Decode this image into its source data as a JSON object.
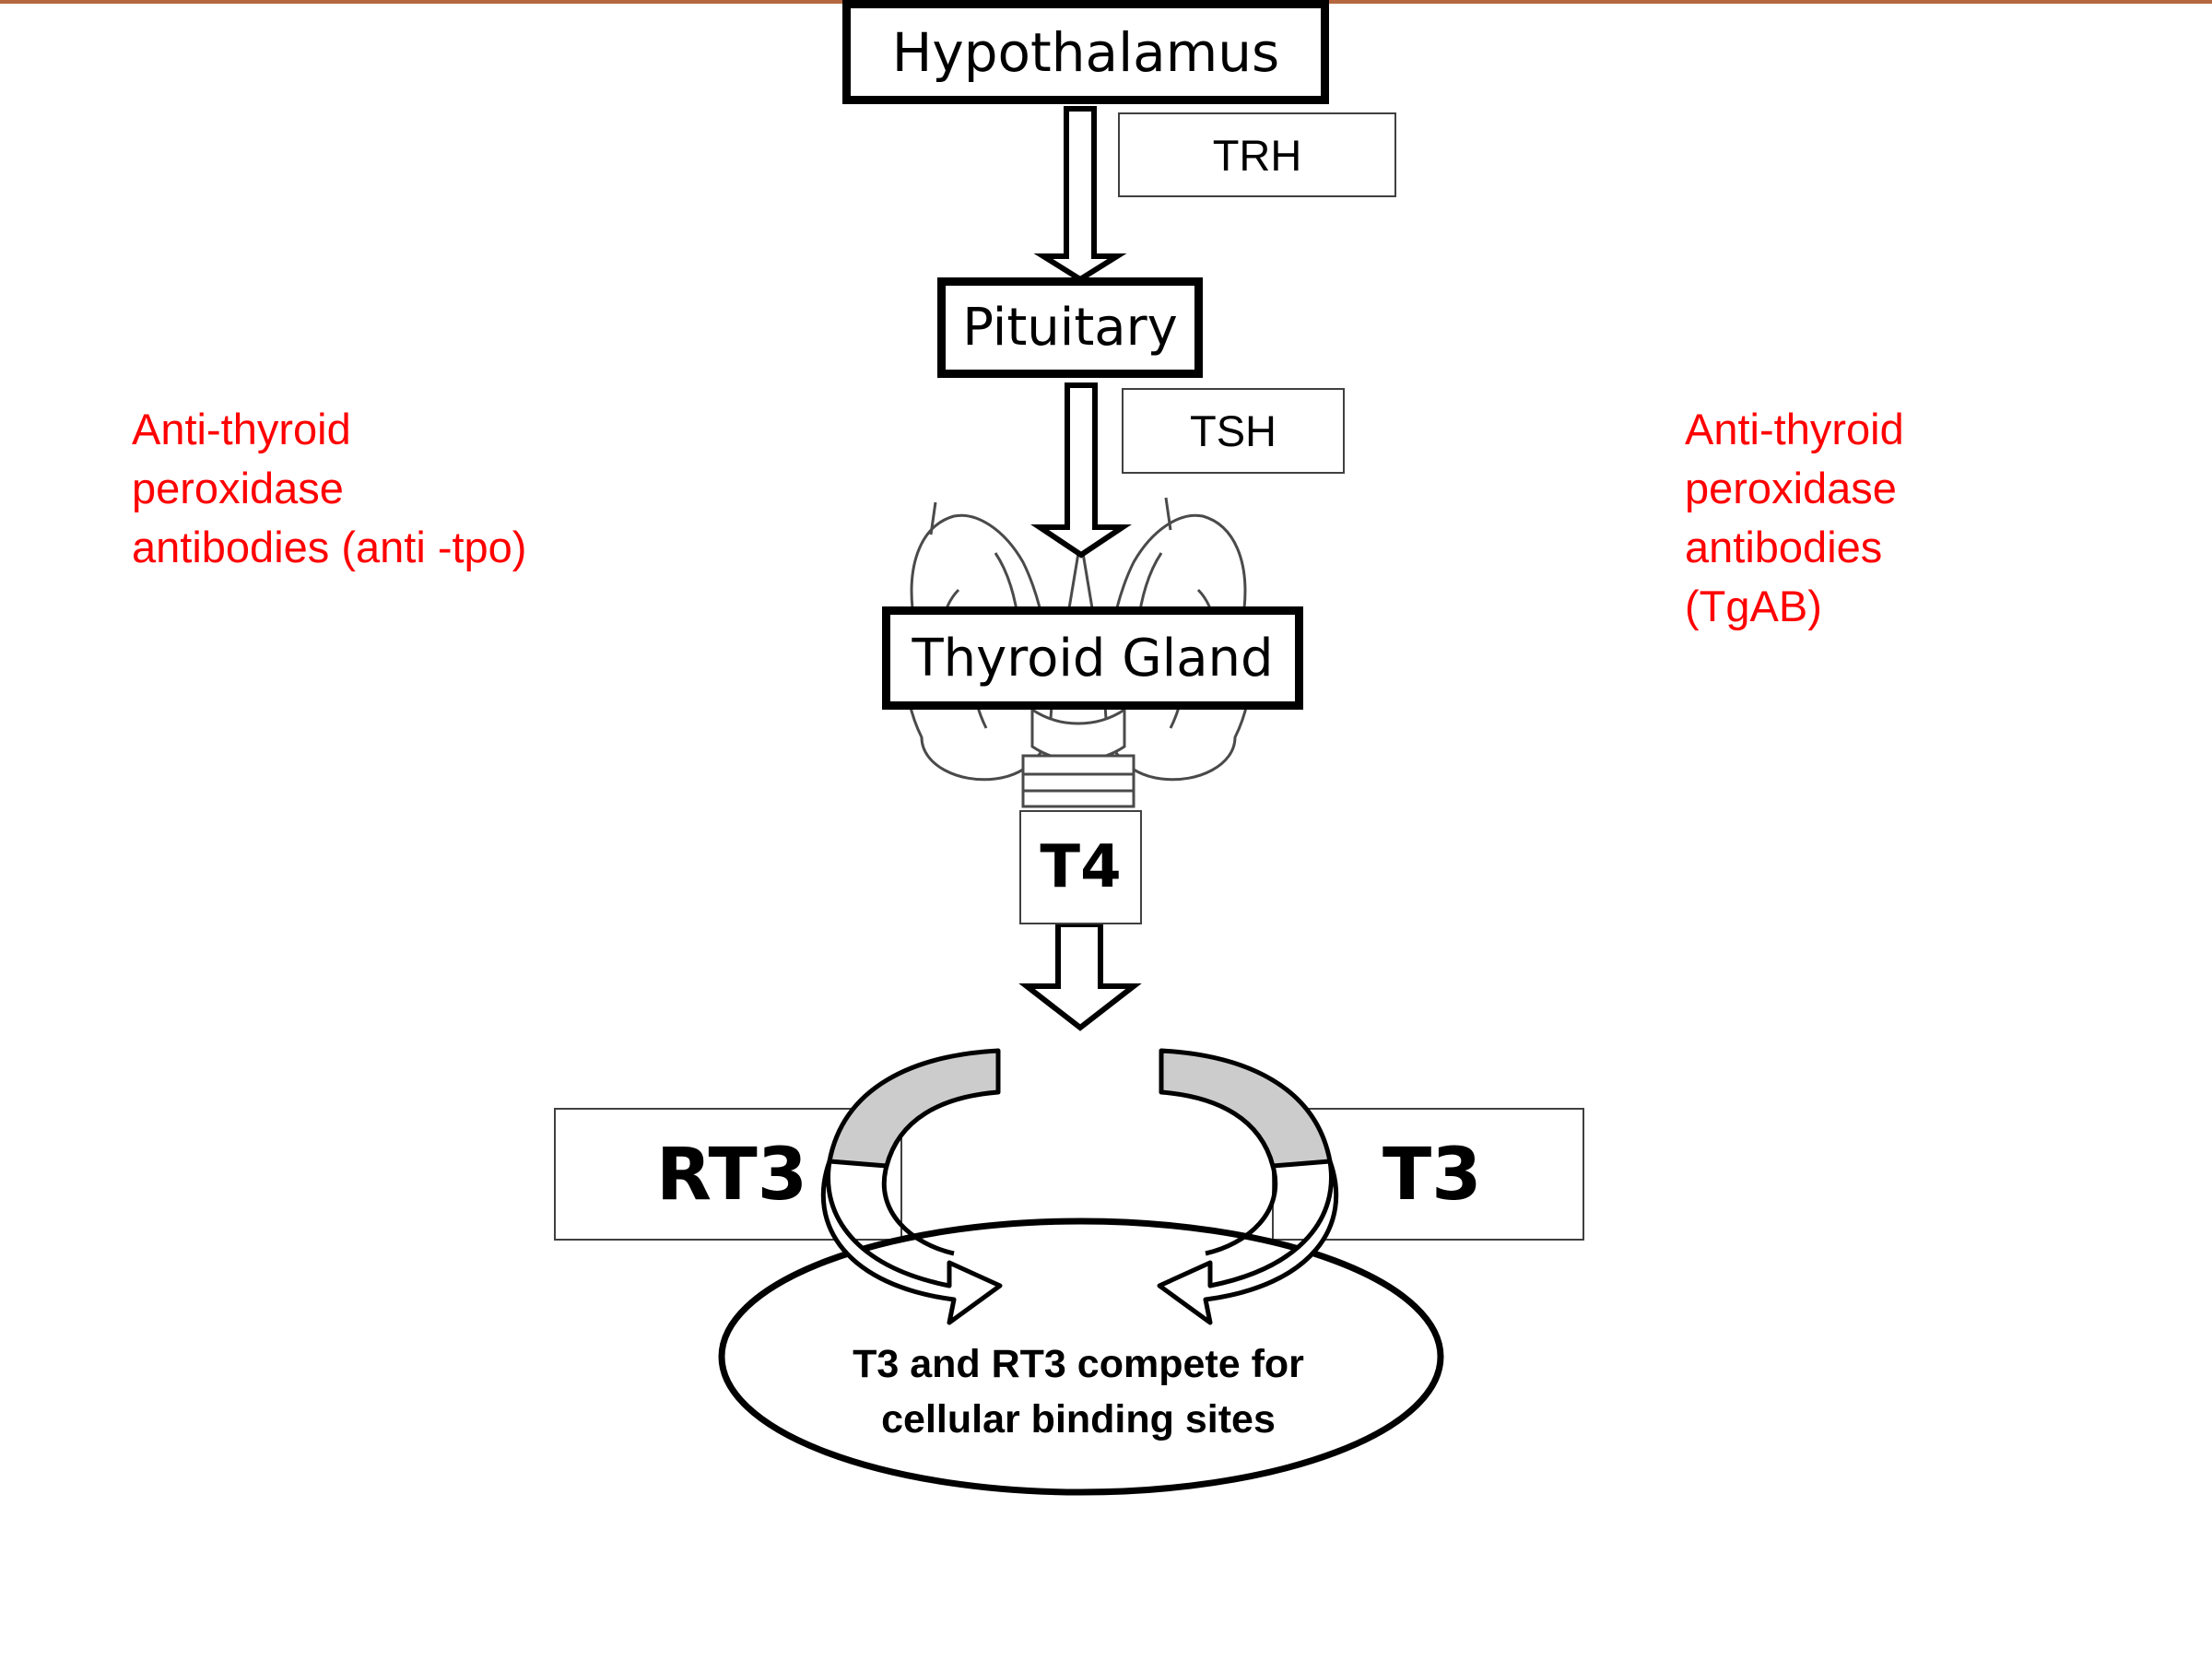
{
  "diagram": {
    "hypothalamus": "Hypothalamus",
    "trh": "TRH",
    "pituitary": "Pituitary",
    "tsh": "TSH",
    "thyroid_gland": "Thyroid Gland",
    "t4": "T4",
    "rt3": "RT3",
    "t3": "T3",
    "compete_text": "T3 and RT3 compete for cellular binding sites",
    "left_note": "Anti-thyroid\nperoxidase\nantibodies (anti -tpo)",
    "right_note": "Anti-thyroid\nperoxidase\nantibodies\n(TgAB)"
  },
  "colors": {
    "top_rule": "#b5683f",
    "note_text": "#ff0000",
    "curved_arrow_fill": "#cccccc"
  }
}
